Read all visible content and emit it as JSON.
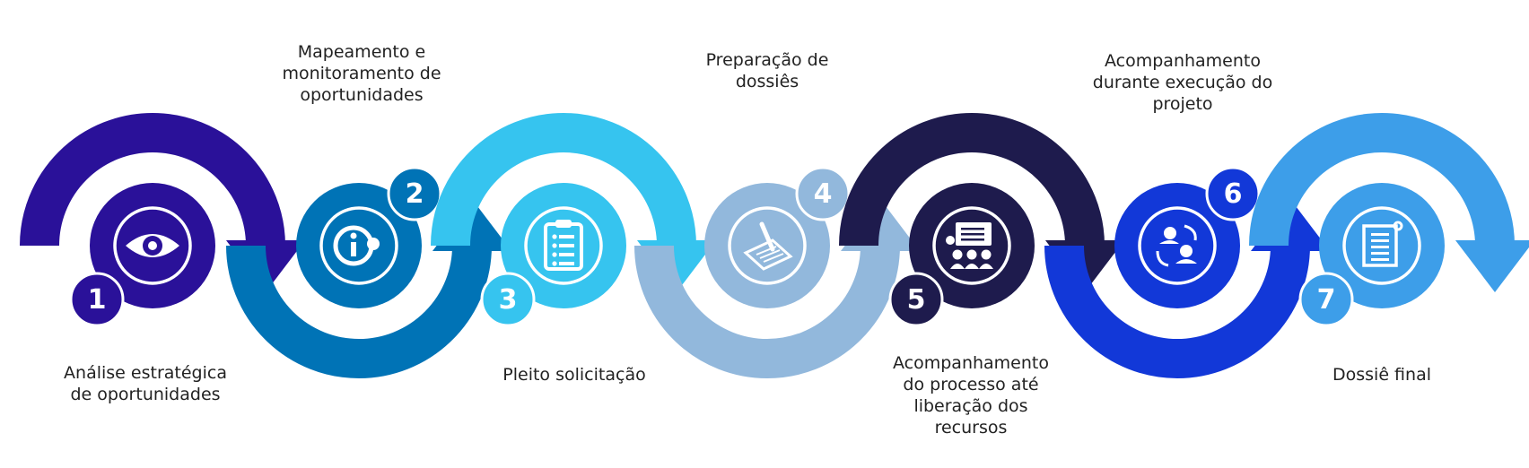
{
  "steps": [
    {
      "number": "1",
      "label": "Análise estratégica\nde oportunidades",
      "color": "#2a1199",
      "icon": "eye-icon"
    },
    {
      "number": "2",
      "label": "Mapeamento e\nmonitoramento de\noportunidades",
      "color": "#0073b6",
      "icon": "information-icon"
    },
    {
      "number": "3",
      "label": "Pleito solicitação",
      "color": "#36c4ef",
      "icon": "clipboard-checklist-icon"
    },
    {
      "number": "4",
      "label": "Preparação de\ndossiês",
      "color": "#92b8dc",
      "icon": "document-signing-icon"
    },
    {
      "number": "5",
      "label": "Acompanhamento\ndo processo até\nliberação dos\nrecursos",
      "color": "#1e1b4d",
      "icon": "presentation-meeting-icon"
    },
    {
      "number": "6",
      "label": "Acompanhamento\ndurante execução do\nprojeto",
      "color": "#1238d8",
      "icon": "team-collaboration-icon"
    },
    {
      "number": "7",
      "label": "Dossiê final",
      "color": "#3d9ee9",
      "icon": "scroll-document-icon"
    }
  ]
}
